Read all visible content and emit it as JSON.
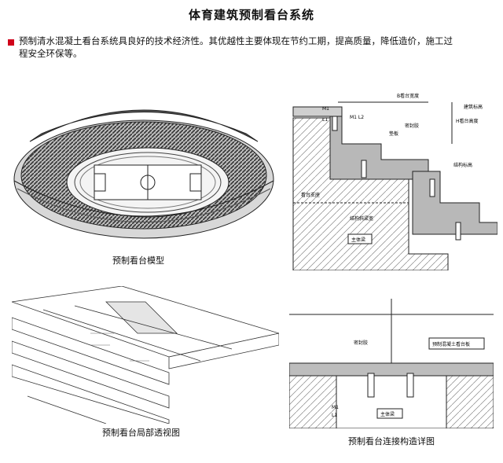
{
  "page": {
    "title": "体育建筑预制看台系统",
    "intro": "预制清水混凝土看台系统具良好的技术经济性。其优越性主要体现在节约工期，提高质量，降低造价，施工过程安全环保等。"
  },
  "figures": {
    "model_caption": "预制看台模型",
    "perspective_caption": "预制看台局部透视图",
    "joint_caption": "预制看台连接构造详图"
  },
  "section_labels": {
    "step_width": "B看台宽度",
    "step_height": "H看台高度",
    "finish_elev": "建筑标高",
    "m1": "M1",
    "m1l2": "M1 L2",
    "l1": "L1",
    "pad": "垫板",
    "sealant": "密封胶",
    "structure_elev": "结构标高",
    "support": "看台支座",
    "beam_width": "结构斜梁宽",
    "main_beam": "主体梁"
  },
  "joint_labels": {
    "sealant": "密封胶",
    "precast_plate": "预制混凝土看台板",
    "main_beam": "主体梁",
    "m1": "M1",
    "l1": "L1"
  }
}
